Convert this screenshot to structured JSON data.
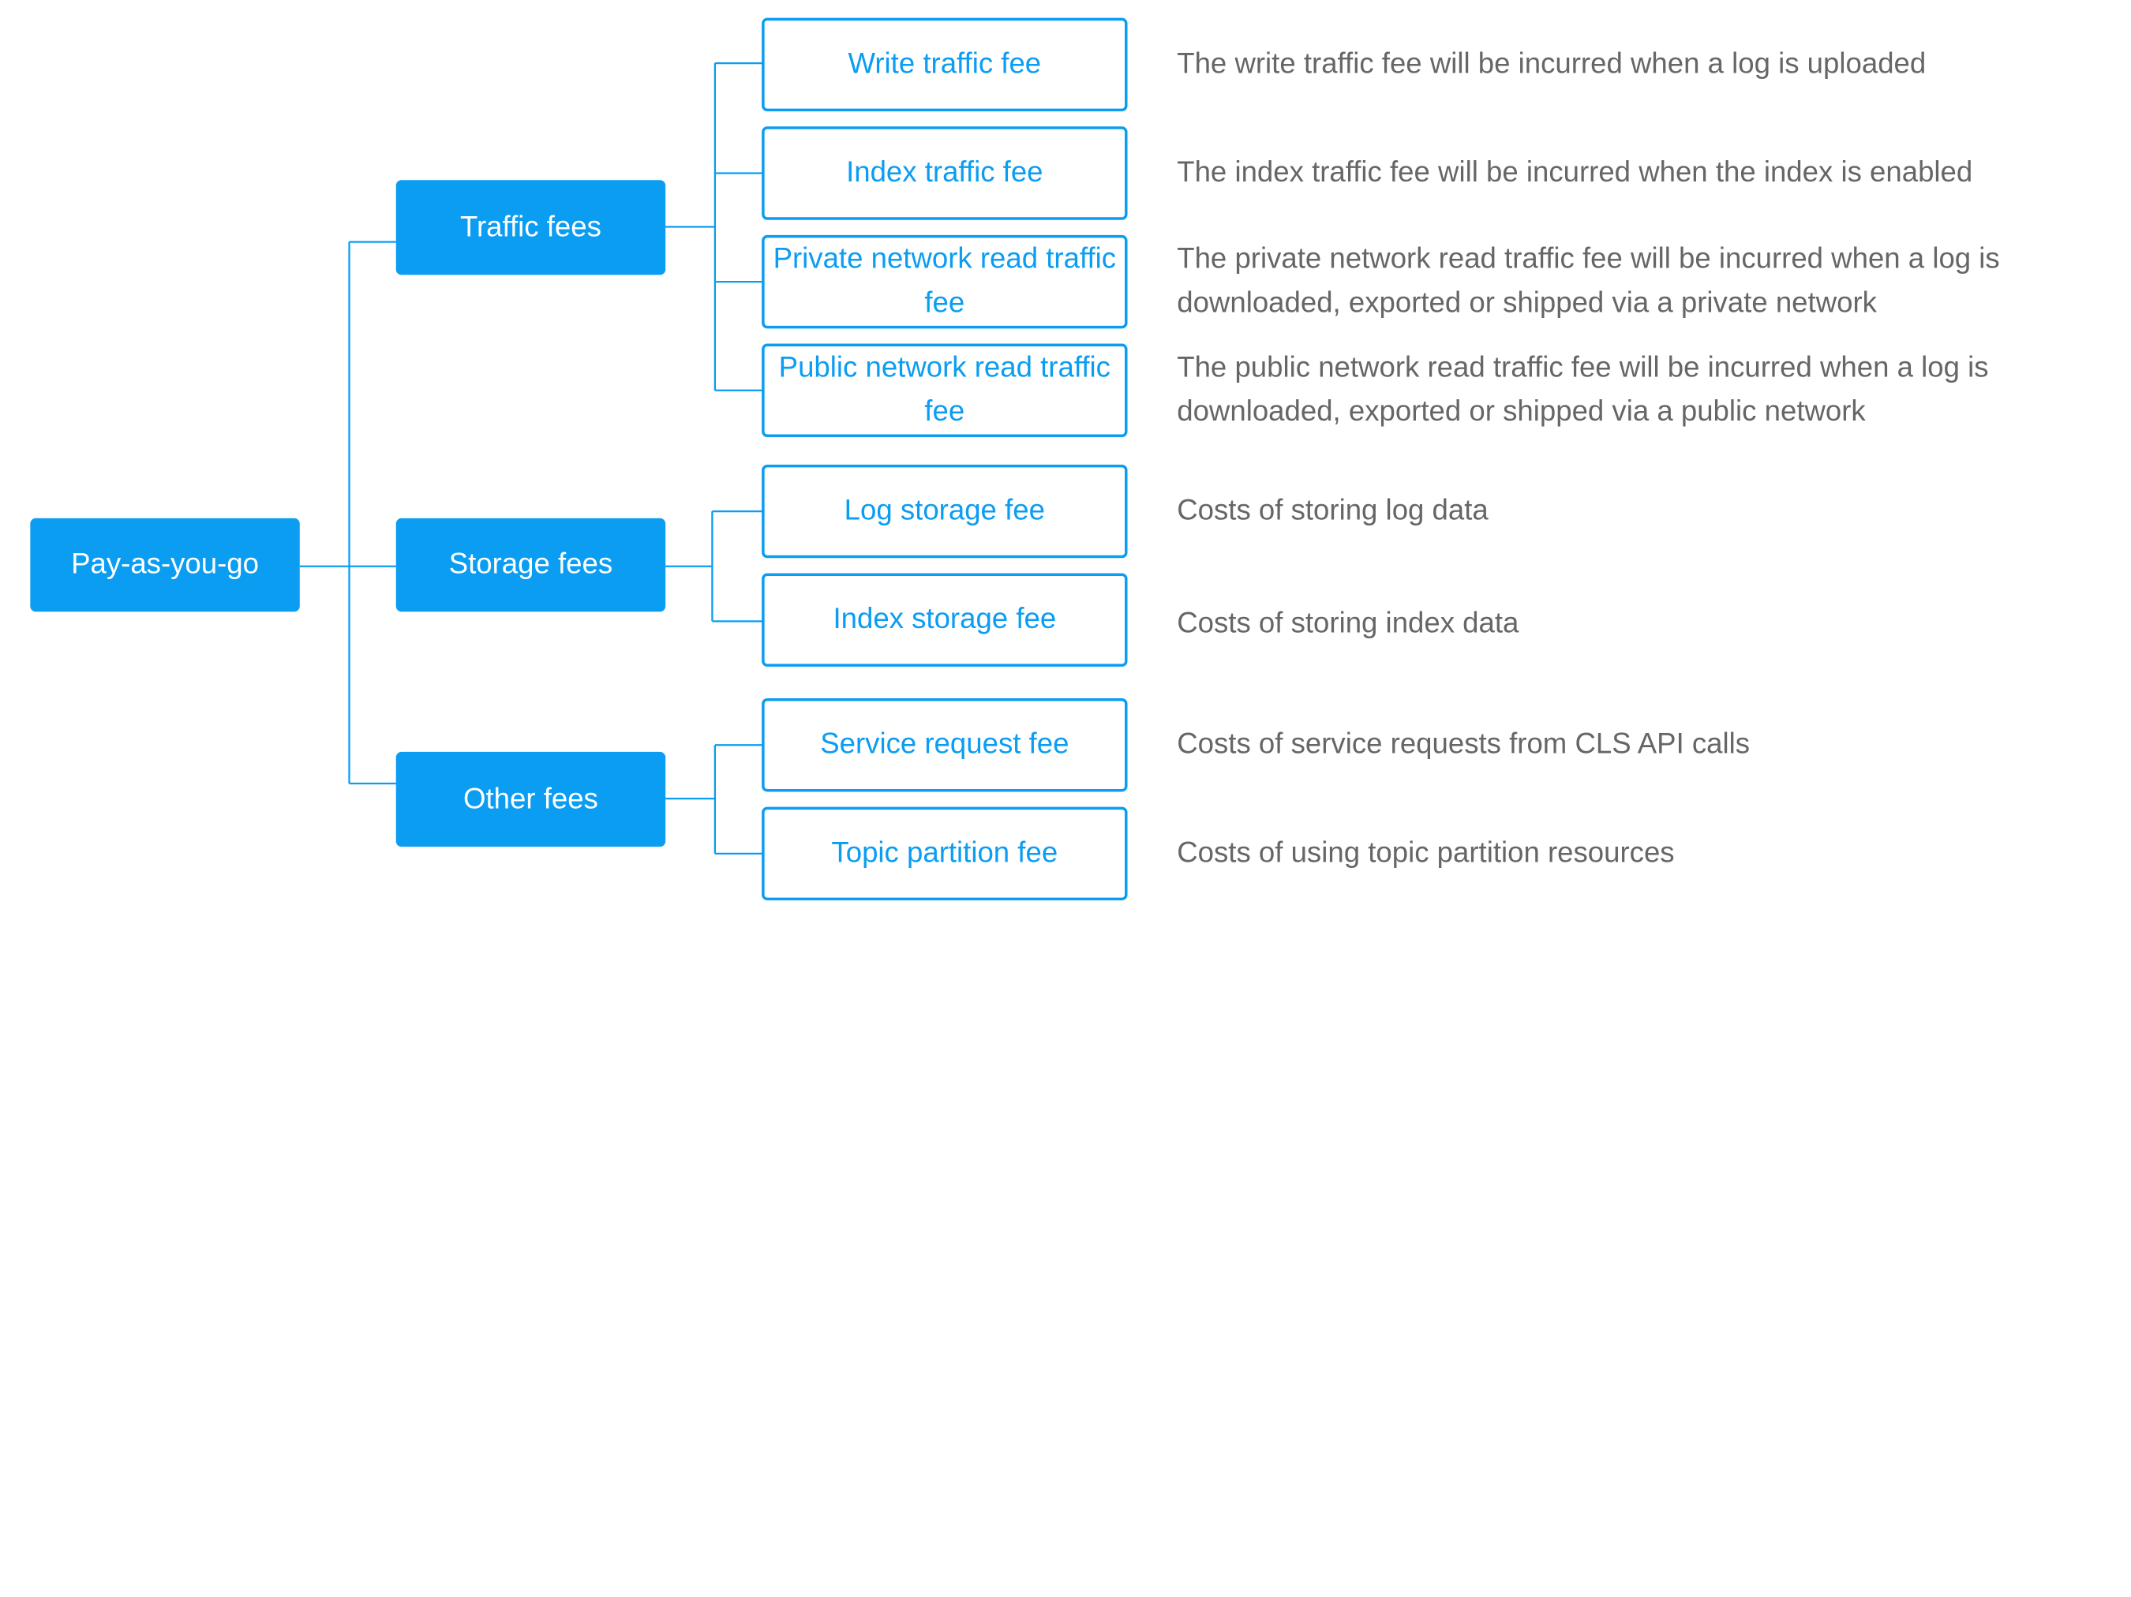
{
  "colors": {
    "accent": "#0a9df2",
    "description_text": "#666666",
    "background": "#ffffff"
  },
  "root": {
    "label": "Pay-as-you-go"
  },
  "categories": [
    {
      "label": "Traffic fees",
      "items": [
        {
          "label": "Write traffic fee",
          "description": "The write traffic fee will be incurred when a log is uploaded"
        },
        {
          "label": "Index traffic fee",
          "description": "The index traffic fee will be incurred when the index is enabled"
        },
        {
          "label": "Private network read traffic fee",
          "description": "The private network read traffic fee will be incurred when a log is downloaded, exported or shipped via a private network"
        },
        {
          "label": "Public network read traffic fee",
          "description": "The public network read traffic fee will be incurred when a log is downloaded, exported or shipped via a public network"
        }
      ]
    },
    {
      "label": "Storage fees",
      "items": [
        {
          "label": "Log storage fee",
          "description": "Costs of storing log data"
        },
        {
          "label": "Index storage fee",
          "description": "Costs of storing index data"
        }
      ]
    },
    {
      "label": "Other fees",
      "items": [
        {
          "label": "Service request fee",
          "description": "Costs of service requests from CLS API calls"
        },
        {
          "label": "Topic partition fee",
          "description": "Costs of using topic partition resources"
        }
      ]
    }
  ]
}
